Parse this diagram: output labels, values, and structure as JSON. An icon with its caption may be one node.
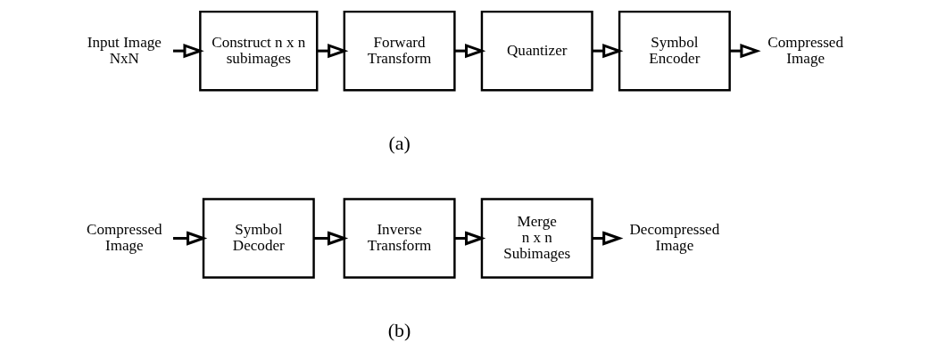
{
  "diagram": {
    "nodes": [
      {
        "text": [
          "Input Image NxN"
        ]
      },
      {
        "text": [
          "Construct n x n subimages"
        ]
      },
      {
        "text": [
          "Forward Transform"
        ]
      },
      {
        "text": [
          "Quantizer"
        ]
      },
      {
        "text": [
          "Symbol Encoder"
        ]
      },
      {
        "text": [
          "Compressed Image"
        ]
      },
      {
        "text": [
          "Compressed Image"
        ]
      },
      {
        "text": [
          "Symbol Decoder"
        ]
      },
      {
        "text": [
          "Inverse Transform"
        ]
      },
      {
        "text": [
          "Merge n x n Subimages"
        ]
      },
      {
        "text": [
          "Decompressed Image"
        ]
      }
    ],
    "edges": [
      {
        "from": 0,
        "to": 1,
        "arrow": "to"
      },
      {
        "from": 1,
        "to": 2,
        "arrow": "to"
      },
      {
        "from": 2,
        "to": 3,
        "arrow": "to"
      },
      {
        "from": 3,
        "to": 4,
        "arrow": "to"
      },
      {
        "from": 4,
        "to": 5,
        "arrow": "to"
      },
      {
        "from": 6,
        "to": 7,
        "arrow": "to"
      },
      {
        "from": 7,
        "to": 8,
        "arrow": "to"
      },
      {
        "from": 8,
        "to": 9,
        "arrow": "to"
      },
      {
        "from": 9,
        "to": 10,
        "arrow": "to"
      }
    ],
    "labels": [
      "(a)",
      "(b)"
    ]
  }
}
